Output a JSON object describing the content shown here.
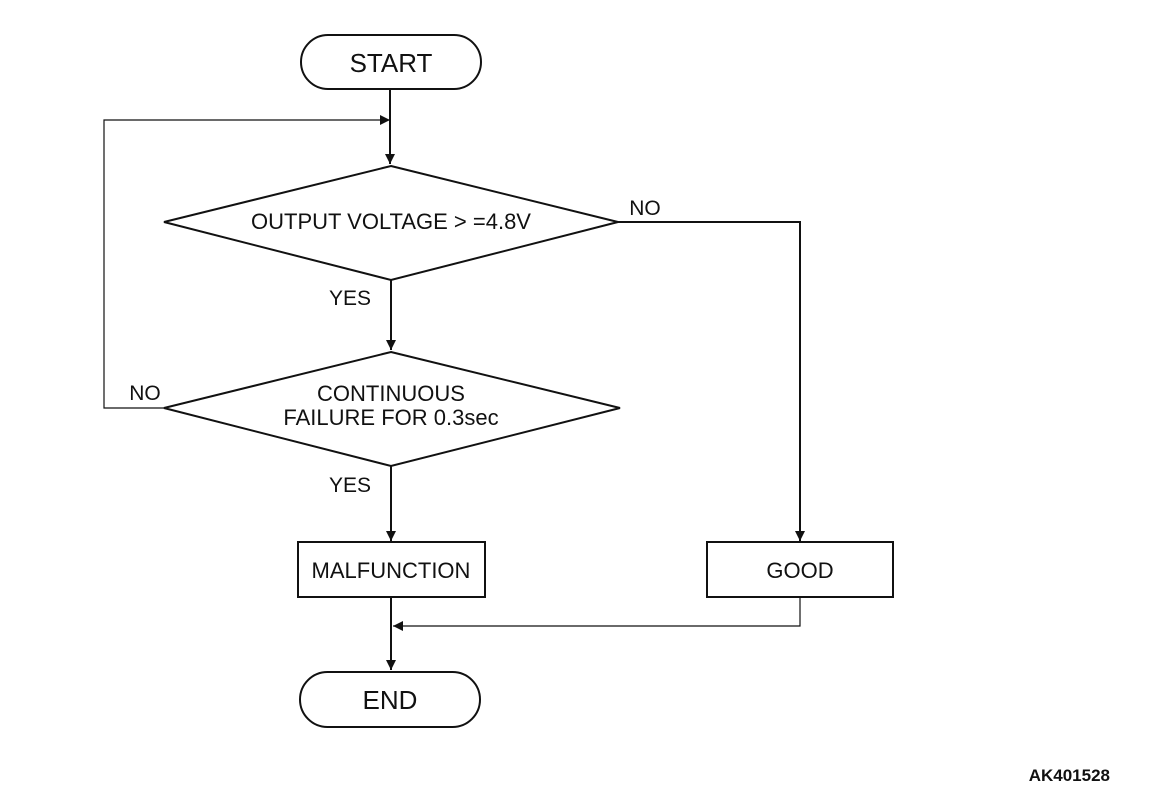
{
  "flowchart": {
    "start": "START",
    "decision_voltage": "OUTPUT VOLTAGE > =4.8V",
    "decision_failure_line1": "CONTINUOUS",
    "decision_failure_line2": "FAILURE FOR 0.3sec",
    "malfunction": "MALFUNCTION",
    "good": "GOOD",
    "end": "END",
    "yes_1": "YES",
    "yes_2": "YES",
    "no_1": "NO",
    "no_2": "NO"
  },
  "figure_code": "AK401528",
  "colors": {
    "stroke": "#111111",
    "background": "#ffffff"
  }
}
